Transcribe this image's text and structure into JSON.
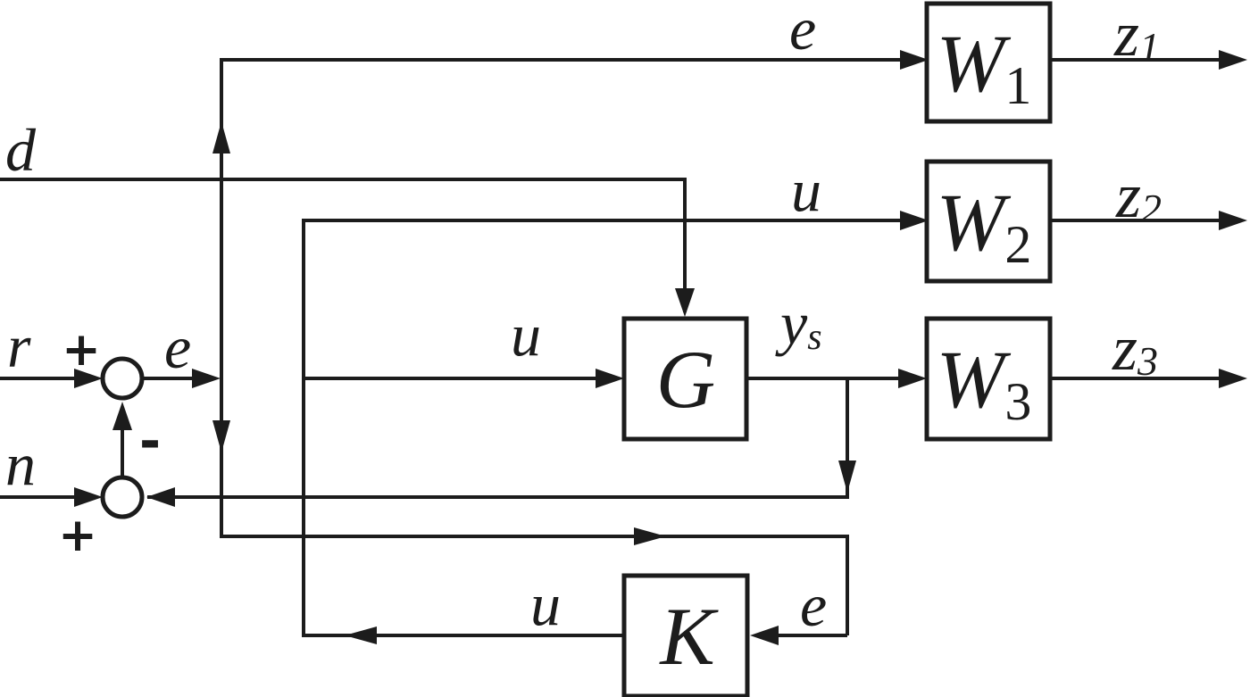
{
  "figure": {
    "kind": "control-system-block-diagram",
    "background_color": "#ffffff",
    "line_color": "#1c1c1c"
  },
  "blocks": {
    "w1": {
      "name": "W",
      "sub": "1"
    },
    "w2": {
      "name": "W",
      "sub": "2"
    },
    "w3": {
      "name": "W",
      "sub": "3"
    },
    "g": {
      "name": "G"
    },
    "k": {
      "name": "K"
    }
  },
  "labels": {
    "r": "r",
    "n": "n",
    "d": "d",
    "e_sum_output": "e",
    "e_to_w1": "e",
    "e_to_k": "e",
    "u_to_w2": "u",
    "u_to_g": "u",
    "u_from_k": "u",
    "ys": {
      "name": "y",
      "sub": "s"
    },
    "z1": {
      "name": "z",
      "sub": "1"
    },
    "z2": {
      "name": "z",
      "sub": "2"
    },
    "z3": {
      "name": "z",
      "sub": "3"
    },
    "sum1_plus": "+",
    "sum1_minus": "-",
    "sum2_plus": "+"
  }
}
